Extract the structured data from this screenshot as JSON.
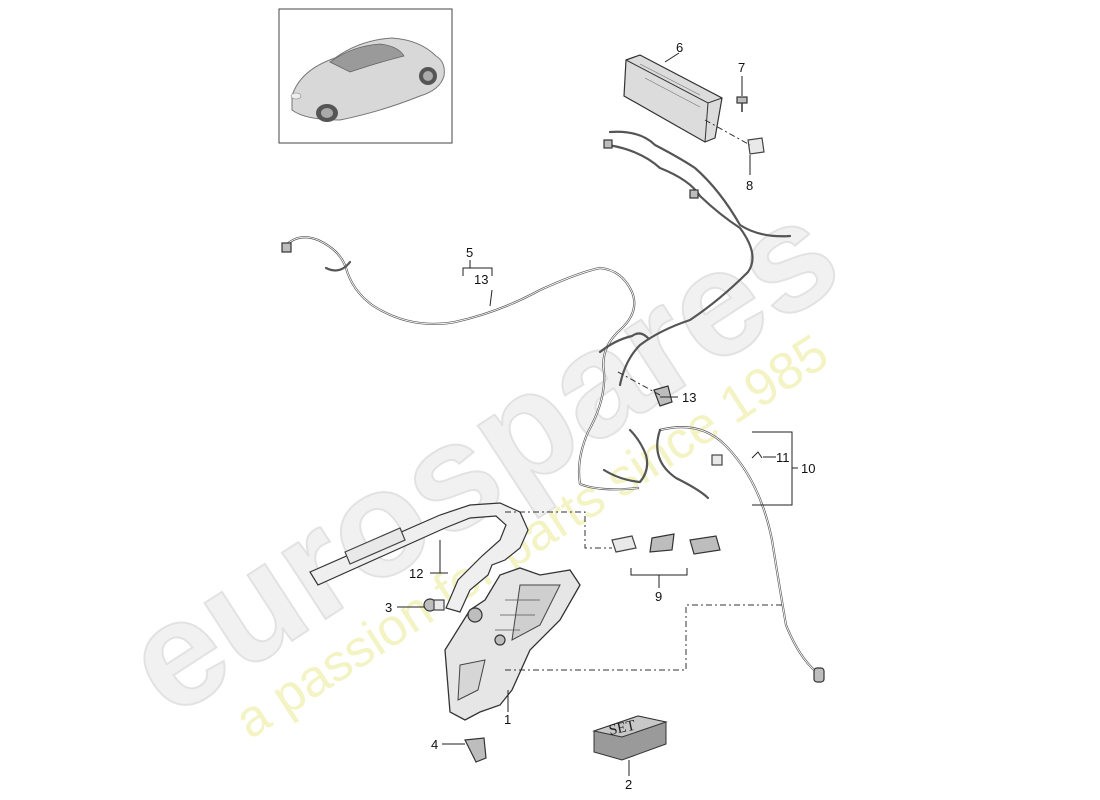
{
  "watermark": {
    "brand": "eurospares",
    "tagline": "a passion for parts since 1985"
  },
  "thumbnail": {
    "icon": "car-thumbnail-icon"
  },
  "set_box_label": "SET",
  "callouts": {
    "c1": "1",
    "c2": "2",
    "c3": "3",
    "c4": "4",
    "c5": "5",
    "c6": "6",
    "c7": "7",
    "c8": "8",
    "c9": "9",
    "c10": "10",
    "c11": "11",
    "c12": "12",
    "c13a": "13",
    "c13b": "13"
  }
}
